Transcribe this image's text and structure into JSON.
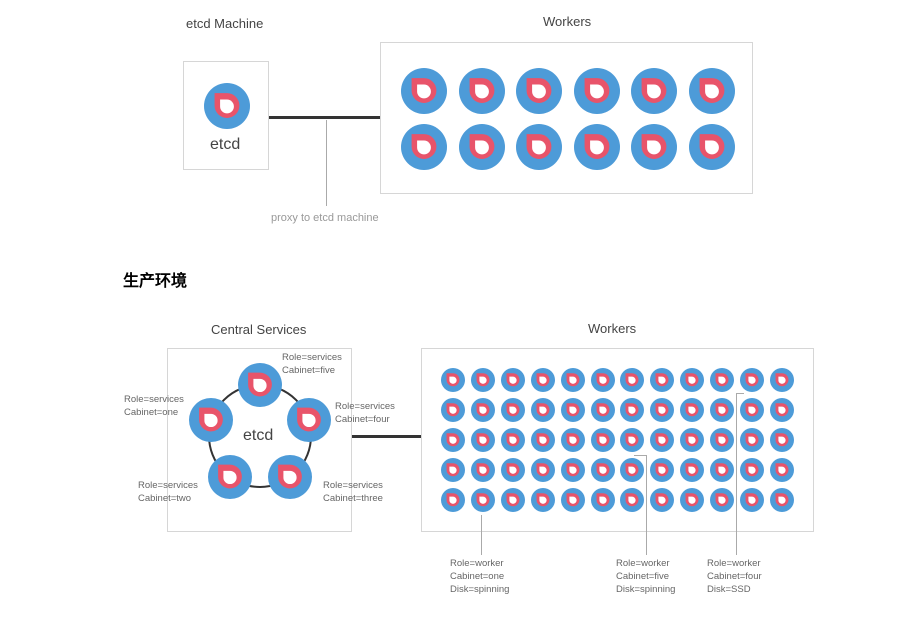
{
  "top": {
    "etcd_machine_title": "etcd Machine",
    "etcd_label": "etcd",
    "workers_title": "Workers",
    "proxy_caption": "proxy to etcd machine"
  },
  "section_heading": "生产环境",
  "bottom": {
    "central_title": "Central Services",
    "etcd_label": "etcd",
    "workers_title": "Workers",
    "services": [
      {
        "role": "Role=services",
        "cabinet": "Cabinet=five"
      },
      {
        "role": "Role=services",
        "cabinet": "Cabinet=four"
      },
      {
        "role": "Role=services",
        "cabinet": "Cabinet=three"
      },
      {
        "role": "Role=services",
        "cabinet": "Cabinet=two"
      },
      {
        "role": "Role=services",
        "cabinet": "Cabinet=one"
      }
    ],
    "worker_labels": [
      {
        "role": "Role=worker",
        "cabinet": "Cabinet=one",
        "disk": "Disk=spinning"
      },
      {
        "role": "Role=worker",
        "cabinet": "Cabinet=five",
        "disk": "Disk=spinning"
      },
      {
        "role": "Role=worker",
        "cabinet": "Cabinet=four",
        "disk": "Disk=SSD"
      }
    ]
  },
  "colors": {
    "node_blue": "#4d9bd8",
    "node_red": "#e8546a",
    "node_white": "#ffffff"
  },
  "icons": {
    "node": "etcd-node-icon"
  }
}
